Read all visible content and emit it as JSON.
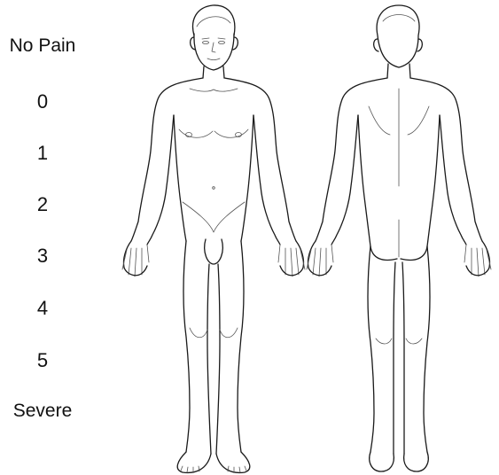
{
  "pain_scale": {
    "top_label": "No Pain",
    "bottom_label": "Severe",
    "scores": [
      "0",
      "1",
      "2",
      "3",
      "4",
      "5"
    ]
  }
}
